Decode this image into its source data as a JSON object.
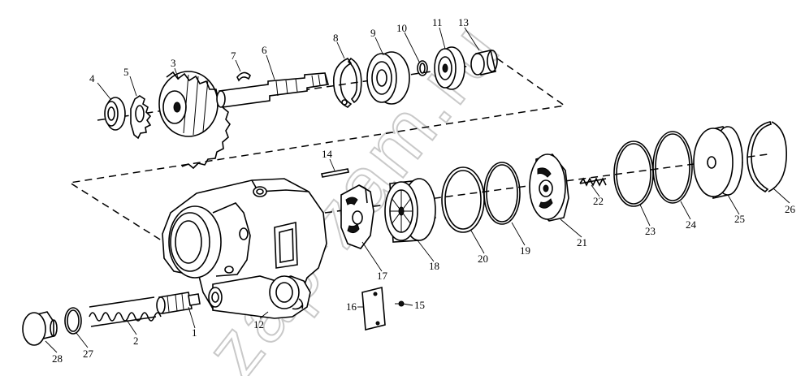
{
  "watermark": "zap-zam.ru",
  "callouts": [
    {
      "id": "p1",
      "label": "1"
    },
    {
      "id": "p2",
      "label": "2"
    },
    {
      "id": "p3",
      "label": "3"
    },
    {
      "id": "p4",
      "label": "4"
    },
    {
      "id": "p5",
      "label": "5"
    },
    {
      "id": "p6",
      "label": "6"
    },
    {
      "id": "p7",
      "label": "7"
    },
    {
      "id": "p8",
      "label": "8"
    },
    {
      "id": "p9",
      "label": "9"
    },
    {
      "id": "p10",
      "label": "10"
    },
    {
      "id": "p11",
      "label": "11"
    },
    {
      "id": "p12",
      "label": "12"
    },
    {
      "id": "p13",
      "label": "13"
    },
    {
      "id": "p14",
      "label": "14"
    },
    {
      "id": "p15",
      "label": "15"
    },
    {
      "id": "p16",
      "label": "16"
    },
    {
      "id": "p17",
      "label": "17"
    },
    {
      "id": "p18",
      "label": "18"
    },
    {
      "id": "p19",
      "label": "19"
    },
    {
      "id": "p20",
      "label": "20"
    },
    {
      "id": "p21",
      "label": "21"
    },
    {
      "id": "p22",
      "label": "22"
    },
    {
      "id": "p23",
      "label": "23"
    },
    {
      "id": "p24",
      "label": "24"
    },
    {
      "id": "p25",
      "label": "25"
    },
    {
      "id": "p26",
      "label": "26"
    },
    {
      "id": "p27",
      "label": "27"
    },
    {
      "id": "p28",
      "label": "28"
    }
  ]
}
